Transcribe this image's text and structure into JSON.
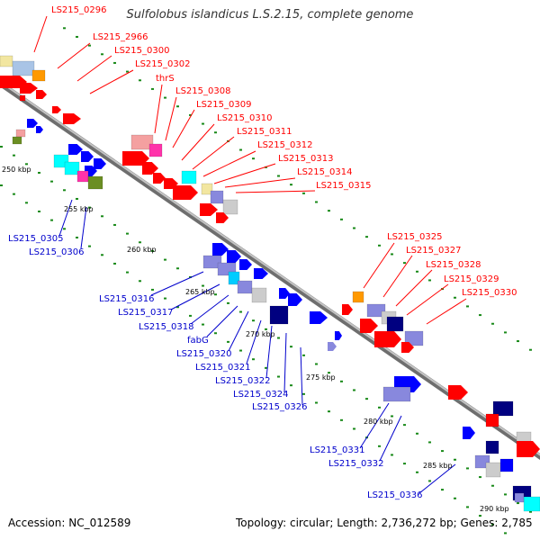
{
  "title": "Sulfolobus islandicus L.S.2.15, complete genome",
  "footer": {
    "accession": "Accession: NC_012589",
    "topology": "Topology: circular; Length: 2,736,272 bp; Genes: 2,785"
  },
  "colors": {
    "backbone": "#8c8c8c",
    "forward_strand": "#ff0000",
    "reverse_strand": "#0000ff",
    "label_forward": "#ff0000",
    "label_reverse": "#0000cc",
    "tick_dots": "#008800"
  },
  "scale_labels": [
    "250 kbp",
    "255 kbp",
    "260 kbp",
    "265 kbp",
    "270 kbp",
    "275 kbp",
    "280 kbp",
    "285 kbp",
    "290 kbp"
  ],
  "labels_forward": [
    "LS215_0296",
    "LS215_2966",
    "LS215_0300",
    "LS215_0302",
    "thrS",
    "LS215_0308",
    "LS215_0309",
    "LS215_0310",
    "LS215_0311",
    "LS215_0312",
    "LS215_0313",
    "LS215_0314",
    "LS215_0315",
    "LS215_0325",
    "LS215_0327",
    "LS215_0328",
    "LS215_0329",
    "LS215_0330"
  ],
  "labels_reverse": [
    "LS215_0305",
    "LS215_0306",
    "LS215_0316",
    "LS215_0317",
    "LS215_0318",
    "fabG",
    "LS215_0320",
    "LS215_0321",
    "LS215_0322",
    "LS215_0324",
    "LS215_0326",
    "LS215_0331",
    "LS215_0332",
    "LS215_0336"
  ]
}
